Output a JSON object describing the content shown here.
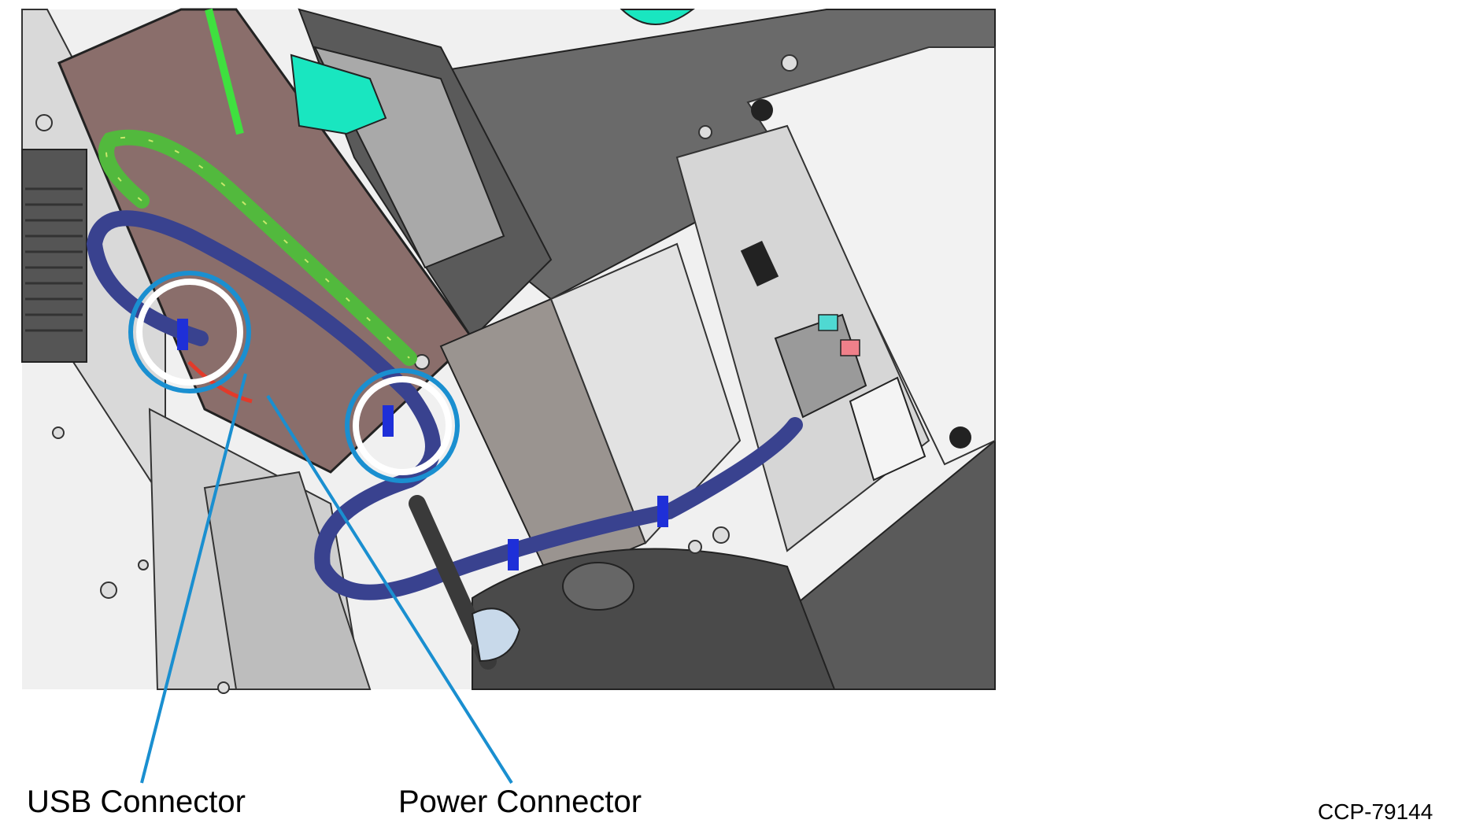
{
  "figure": {
    "callouts": [
      {
        "id": "usb",
        "label": "USB Connector"
      },
      {
        "id": "power",
        "label": "Power Connector"
      }
    ],
    "figure_id": "CCP-79144"
  },
  "colors": {
    "callout_line": "#1a8fd0",
    "cable_blue": "#39428f",
    "cable_green": "#52b93d",
    "bracket_brown": "#8a6e6b",
    "teal_part": "#19e6c0",
    "dark_housing": "#5a5a5a",
    "panel_gray": "#a9a9a9",
    "background_panel": "#f0f0f0"
  }
}
